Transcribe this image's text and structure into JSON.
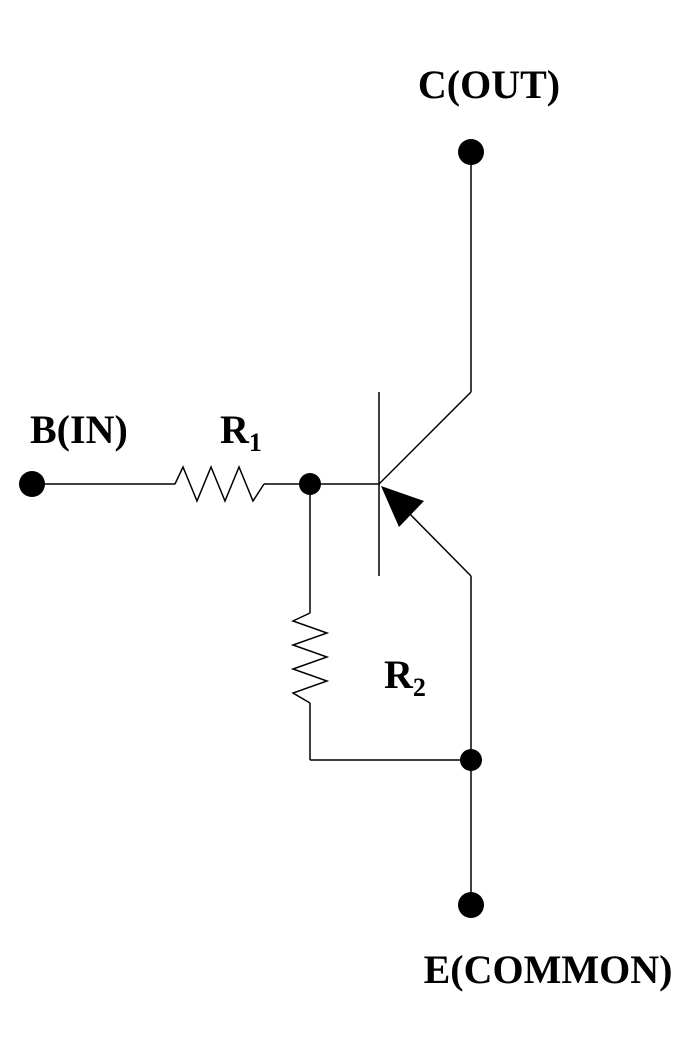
{
  "labels": {
    "collector": "C(OUT)",
    "base": "B(IN)",
    "emitter": "E(COMMON)",
    "r1_letter": "R",
    "r1_index": "1",
    "r2_letter": "R",
    "r2_index": "2"
  },
  "colors": {
    "ink": "#000000",
    "background": "#ffffff"
  }
}
